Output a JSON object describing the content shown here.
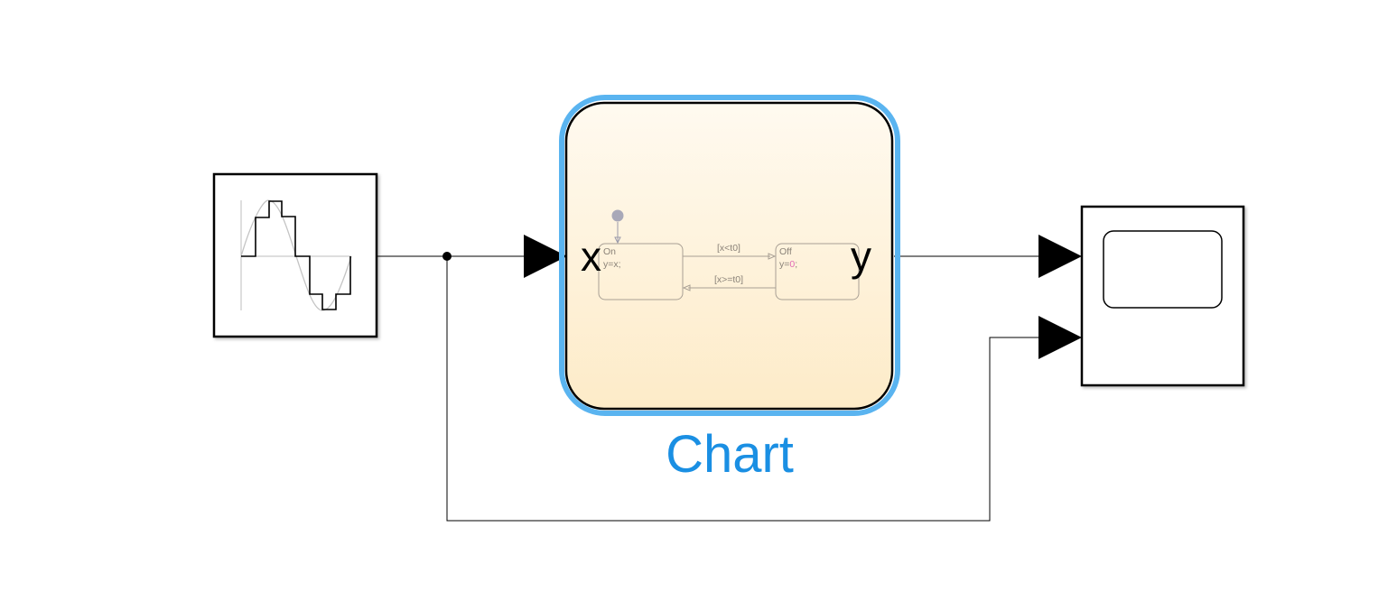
{
  "blocks": {
    "source": {},
    "chart": {
      "name": "Chart",
      "input_port_label": "x",
      "output_port_label": "y",
      "states": {
        "on": {
          "name": "On",
          "action": "y=x;"
        },
        "off": {
          "name": "Off",
          "action_prefix": "y=",
          "action_value": "0",
          "action_suffix": ";"
        }
      },
      "transitions": {
        "on_to_off": "[x<t0]",
        "off_to_on": "[x>=t0]"
      }
    },
    "scope": {}
  },
  "colors": {
    "selection": "#5ab4f0",
    "chart_label": "#1a8fe3",
    "chart_fill_top": "#fffaf0",
    "chart_fill_bottom": "#fdebc8",
    "state_line": "#a89f94",
    "literal": "#e06ab4"
  }
}
